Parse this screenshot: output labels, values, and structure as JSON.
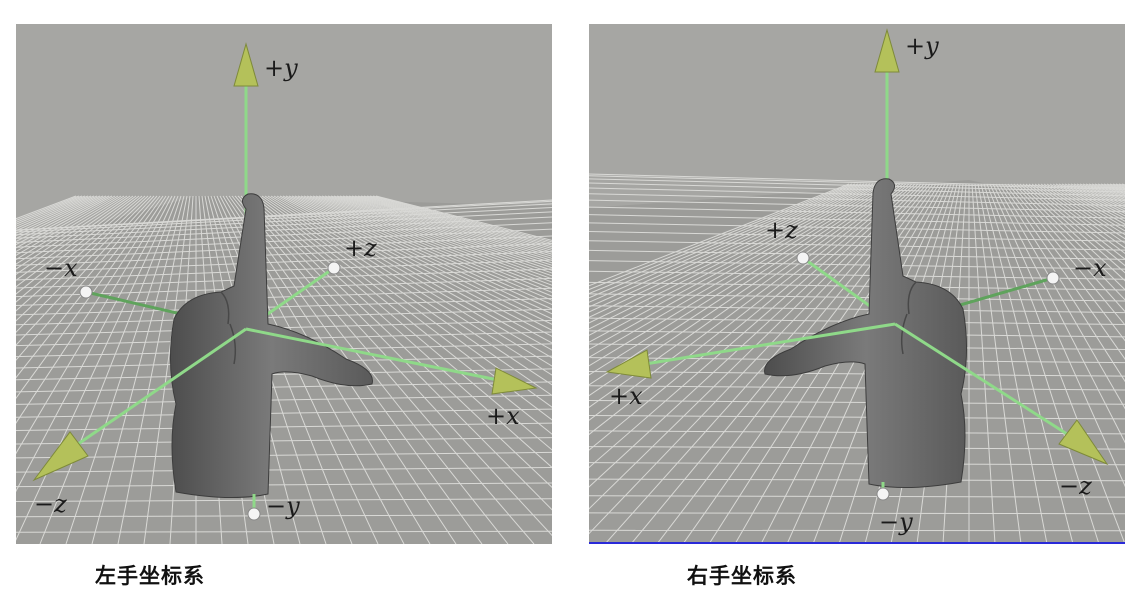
{
  "diagrams": [
    {
      "caption": "左手坐标系",
      "labels": {
        "py": "+y",
        "ny": "−y",
        "px": "+x",
        "nx": "−x",
        "pz": "+z",
        "nz": "−z"
      }
    },
    {
      "caption": "右手坐标系",
      "labels": {
        "py": "+y",
        "ny": "−y",
        "px": "+x",
        "nx": "−x",
        "pz": "+z",
        "nz": "−z"
      }
    }
  ],
  "colors": {
    "background": "#a6a6a3",
    "grid_line": "#d9d9d6",
    "axis": "#8fd989",
    "axis_dim": "#5fa35c",
    "arrow_head": "#b4c15a",
    "hand": "#6e6e6e"
  }
}
